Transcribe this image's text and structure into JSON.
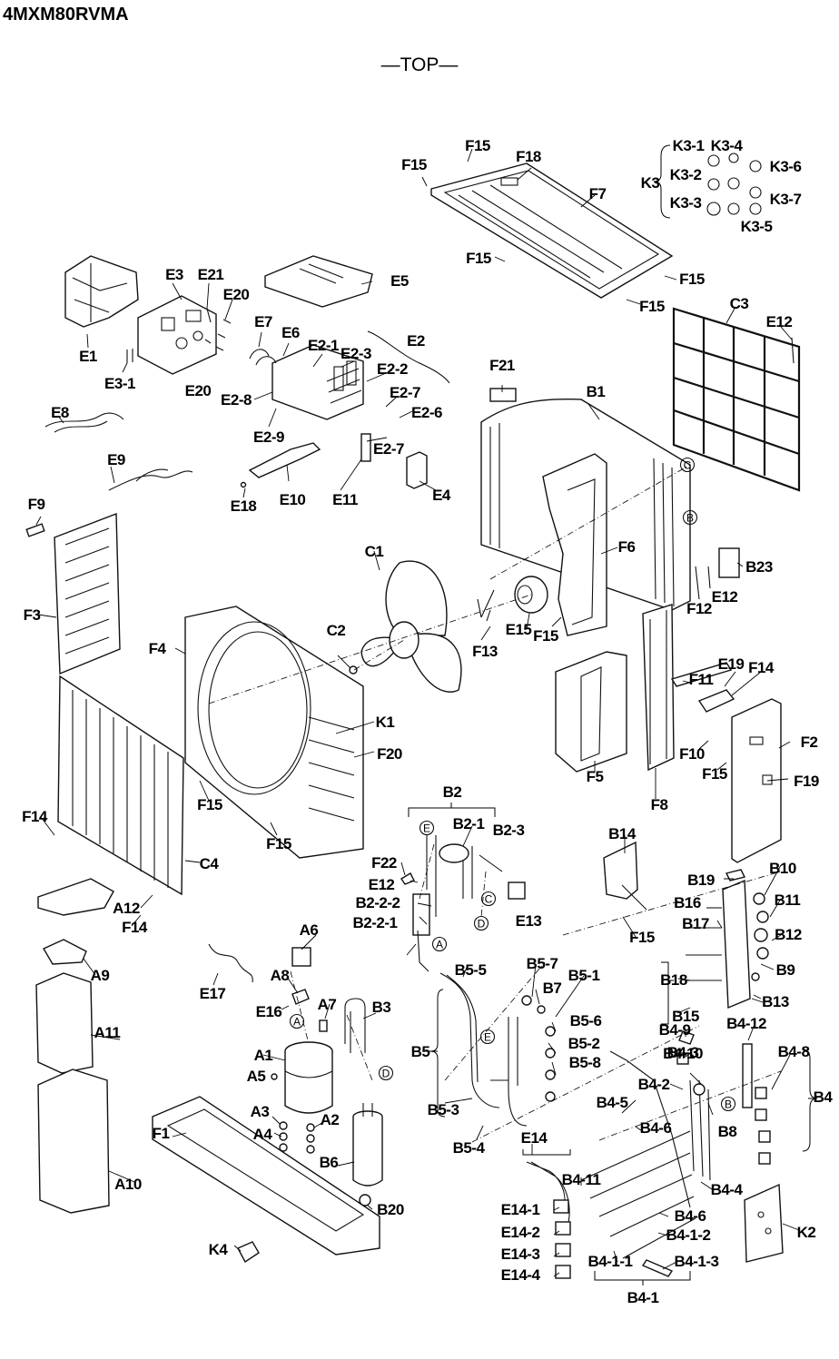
{
  "model": "4MXM80RVMA",
  "view_title": "—TOP—",
  "callouts": {
    "circle_c": "C",
    "circle_b": "B",
    "circle_e": "E",
    "circle_a": "A",
    "circle_d": "D"
  },
  "parts": [
    "E1",
    "E3",
    "E21",
    "E20",
    "E3-1",
    "E20b",
    "E5",
    "E7",
    "E6",
    "E2-1",
    "E2-3",
    "E2",
    "E2-2",
    "E2-8",
    "E2-7",
    "E2-6",
    "E2-9",
    "E2-7b",
    "E8",
    "E9",
    "E18",
    "E10",
    "E11",
    "E4",
    "F15",
    "F18",
    "F15b",
    "F7",
    "F15c",
    "F15d",
    "F15e",
    "K3",
    "K3-1",
    "K3-4",
    "K3-6",
    "K3-2",
    "K3-7",
    "K3-3",
    "K3-5",
    "C3",
    "E12",
    "F21",
    "B1",
    "F9",
    "F3",
    "C1",
    "F6",
    "B23",
    "E12b",
    "F12",
    "E15",
    "F15f",
    "F13",
    "F4",
    "C2",
    "K1",
    "F20",
    "F11",
    "E19",
    "F14",
    "F2",
    "F10",
    "F15g",
    "F19",
    "F5",
    "F8",
    "C4",
    "F15h",
    "F15i",
    "F14b",
    "A12",
    "F14c",
    "B2",
    "B2-1",
    "B2-3",
    "F22",
    "E12c",
    "B2-2-2",
    "B2-2-1",
    "E13",
    "B14",
    "B19",
    "B10",
    "B11",
    "B16",
    "B17",
    "B12",
    "F15j",
    "B9",
    "A6",
    "E17",
    "A9",
    "A8",
    "B5-5",
    "B5-7",
    "B7",
    "B5-1",
    "B18",
    "B13",
    "E16",
    "A7",
    "B3",
    "B5-6",
    "B15",
    "B4-9",
    "B4-12",
    "A11",
    "B5-2",
    "B4-10",
    "B4-3",
    "B4-8",
    "A1",
    "B5",
    "B5-8",
    "A5",
    "B4-2",
    "B4",
    "B8",
    "B4-5",
    "A3",
    "A2",
    "B5-3",
    "A4",
    "B4-6",
    "B5-4",
    "E14",
    "B4-11",
    "B6",
    "B4-4",
    "F1",
    "A10",
    "B20",
    "E14-1",
    "B4-6b",
    "E14-2",
    "B4-1-2",
    "K2",
    "K4",
    "E14-3",
    "B4-1-1",
    "B4-1-3",
    "E14-4",
    "B4-1"
  ],
  "labels": {
    "E1": "E1",
    "E3": "E3",
    "E21": "E21",
    "E20": "E20",
    "E3-1": "E3-1",
    "E20b": "E20",
    "E5": "E5",
    "E7": "E7",
    "E6": "E6",
    "E2-1": "E2-1",
    "E2-3": "E2-3",
    "E2": "E2",
    "E2-2": "E2-2",
    "E2-8": "E2-8",
    "E2-7": "E2-7",
    "E2-6": "E2-6",
    "E2-9": "E2-9",
    "E2-7b": "E2-7",
    "E8": "E8",
    "E9": "E9",
    "E18": "E18",
    "E10": "E10",
    "E11": "E11",
    "E4": "E4",
    "F15": "F15",
    "F18": "F18",
    "F15b": "F15",
    "F7": "F7",
    "F15c": "F15",
    "F15d": "F15",
    "F15e": "F15",
    "K3": "K3",
    "K3-1": "K3-1",
    "K3-4": "K3-4",
    "K3-6": "K3-6",
    "K3-2": "K3-2",
    "K3-7": "K3-7",
    "K3-3": "K3-3",
    "K3-5": "K3-5",
    "C3": "C3",
    "E12": "E12",
    "F21": "F21",
    "B1": "B1",
    "F9": "F9",
    "F3": "F3",
    "C1": "C1",
    "F6": "F6",
    "B23": "B23",
    "E12b": "E12",
    "F12": "F12",
    "E15": "E15",
    "F15f": "F15",
    "F13": "F13",
    "F4": "F4",
    "C2": "C2",
    "K1": "K1",
    "F20": "F20",
    "F11": "F11",
    "E19": "E19",
    "F14": "F14",
    "F2": "F2",
    "F10": "F10",
    "F15g": "F15",
    "F19": "F19",
    "F5": "F5",
    "F8": "F8",
    "C4": "C4",
    "F15h": "F15",
    "F15i": "F15",
    "F14b": "F14",
    "A12": "A12",
    "F14c": "F14",
    "B2": "B2",
    "B2-1": "B2-1",
    "B2-3": "B2-3",
    "F22": "F22",
    "E12c": "E12",
    "B2-2-2": "B2-2-2",
    "B2-2-1": "B2-2-1",
    "E13": "E13",
    "B14": "B14",
    "B19": "B19",
    "B10": "B10",
    "B11": "B11",
    "B16": "B16",
    "B17": "B17",
    "B12": "B12",
    "F15j": "F15",
    "B9": "B9",
    "A6": "A6",
    "E17": "E17",
    "A9": "A9",
    "A8": "A8",
    "B5-5": "B5-5",
    "B5-7": "B5-7",
    "B7": "B7",
    "B5-1": "B5-1",
    "B18": "B18",
    "B13": "B13",
    "E16": "E16",
    "A7": "A7",
    "B3": "B3",
    "B5-6": "B5-6",
    "B15": "B15",
    "B4-9": "B4-9",
    "B4-12": "B4-12",
    "A11": "A11",
    "B5-2": "B5-2",
    "B4-10": "B4-10",
    "B4-3": "B4-3",
    "B4-8": "B4-8",
    "A1": "A1",
    "B5": "B5",
    "B5-8": "B5-8",
    "A5": "A5",
    "B4-2": "B4-2",
    "B4": "B4",
    "B8": "B8",
    "B4-5": "B4-5",
    "A3": "A3",
    "A2": "A2",
    "B5-3": "B5-3",
    "A4": "A4",
    "B4-6": "B4-6",
    "B5-4": "B5-4",
    "E14": "E14",
    "B4-11": "B4-11",
    "B6": "B6",
    "B4-4": "B4-4",
    "F1": "F1",
    "A10": "A10",
    "B20": "B20",
    "E14-1": "E14-1",
    "B4-6b": "B4-6",
    "E14-2": "E14-2",
    "B4-1-2": "B4-1-2",
    "K2": "K2",
    "K4": "K4",
    "E14-3": "E14-3",
    "B4-1-1": "B4-1-1",
    "B4-1-3": "B4-1-3",
    "E14-4": "E14-4",
    "B4-1": "B4-1"
  },
  "colors": {
    "ink": "#000000",
    "paper": "#ffffff"
  }
}
